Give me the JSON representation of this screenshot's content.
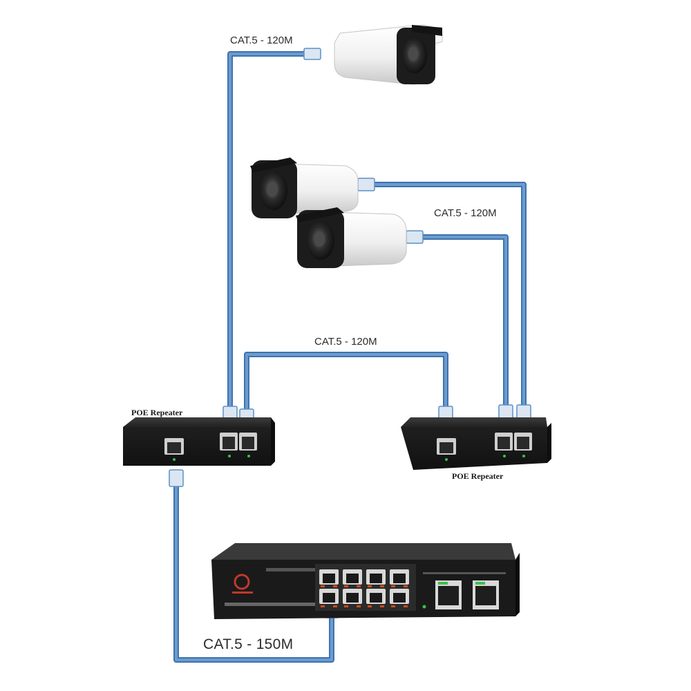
{
  "labels": {
    "cable_cam1": "CAT.5 - 120M",
    "cable_cam_pair": "CAT.5 - 120M",
    "cable_repeaters": "CAT.5 - 120M",
    "cable_switch": "CAT.5 - 150M"
  },
  "devices": {
    "repeater_left": "POE Repeater",
    "repeater_right": "POE Repeater"
  },
  "colors": {
    "cable": "#5b8fc7",
    "cable_dark": "#3f73ab",
    "device_body": "#2a2a2a",
    "camera_body": "#f2f2f2",
    "camera_face": "#1e1e1e"
  }
}
